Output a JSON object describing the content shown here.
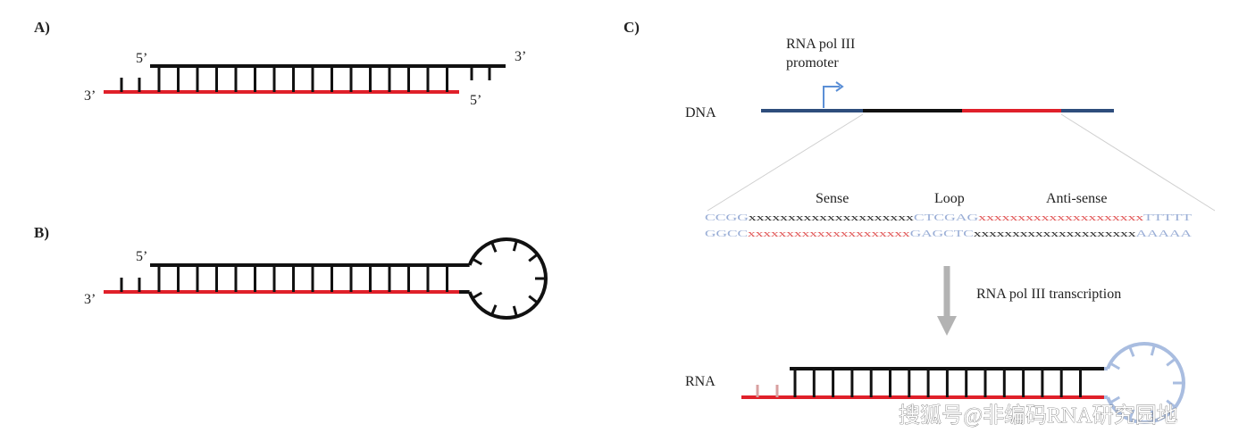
{
  "panels": {
    "a": "A)",
    "b": "B)",
    "c": "C)"
  },
  "ends": {
    "five_prime": "5’",
    "three_prime": "3’"
  },
  "promoter": {
    "line1": "RNA pol III",
    "line2": "promoter"
  },
  "labels": {
    "dna": "DNA",
    "rna": "RNA",
    "sense": "Sense",
    "loop": "Loop",
    "antisense": "Anti-sense",
    "transcription": "RNA pol III transcription"
  },
  "sequence": {
    "top": [
      {
        "text": "CCGG",
        "color": "#9aaed6"
      },
      {
        "text": "xxxxxxxxxxxxxxxxxxxxx",
        "color": "#222222"
      },
      {
        "text": "CTCGAG",
        "color": "#9aaed6"
      },
      {
        "text": "xxxxxxxxxxxxxxxxxxxxx",
        "color": "#e05050"
      },
      {
        "text": "TTTTT",
        "color": "#9aaed6"
      }
    ],
    "bottom": [
      {
        "text": "GGCC",
        "color": "#9aaed6"
      },
      {
        "text": "xxxxxxxxxxxxxxxxxxxxx",
        "color": "#e05050"
      },
      {
        "text": "GAGCTC",
        "color": "#9aaed6"
      },
      {
        "text": "xxxxxxxxxxxxxxxxxxxxx",
        "color": "#222222"
      },
      {
        "text": "AAAAA",
        "color": "#9aaed6"
      }
    ]
  },
  "watermark": "搜狐号@非编码RNA研究园地",
  "colors": {
    "sense_strand": "#111111",
    "antisense_strand": "#e0202a",
    "dna_flank": "#2e4d7c",
    "promoter_arrow": "#5b8fd6",
    "rna_loop": "#a9bde0",
    "arrow": "#b3b3b3"
  }
}
